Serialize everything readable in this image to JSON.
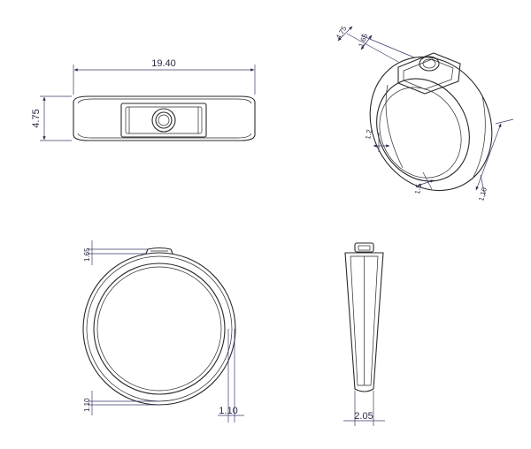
{
  "views": {
    "top": {
      "width_label": "19.40",
      "height_label": "4.75"
    },
    "iso": {
      "label_a": "4.75",
      "label_b": "1.65",
      "label_c": "1.2",
      "label_d": "1.5",
      "label_e": "1.10"
    },
    "front": {
      "top_label": "1.65",
      "bottom_label": "1.10",
      "right_label": "1.10"
    },
    "side": {
      "width_label": "2.05"
    }
  }
}
